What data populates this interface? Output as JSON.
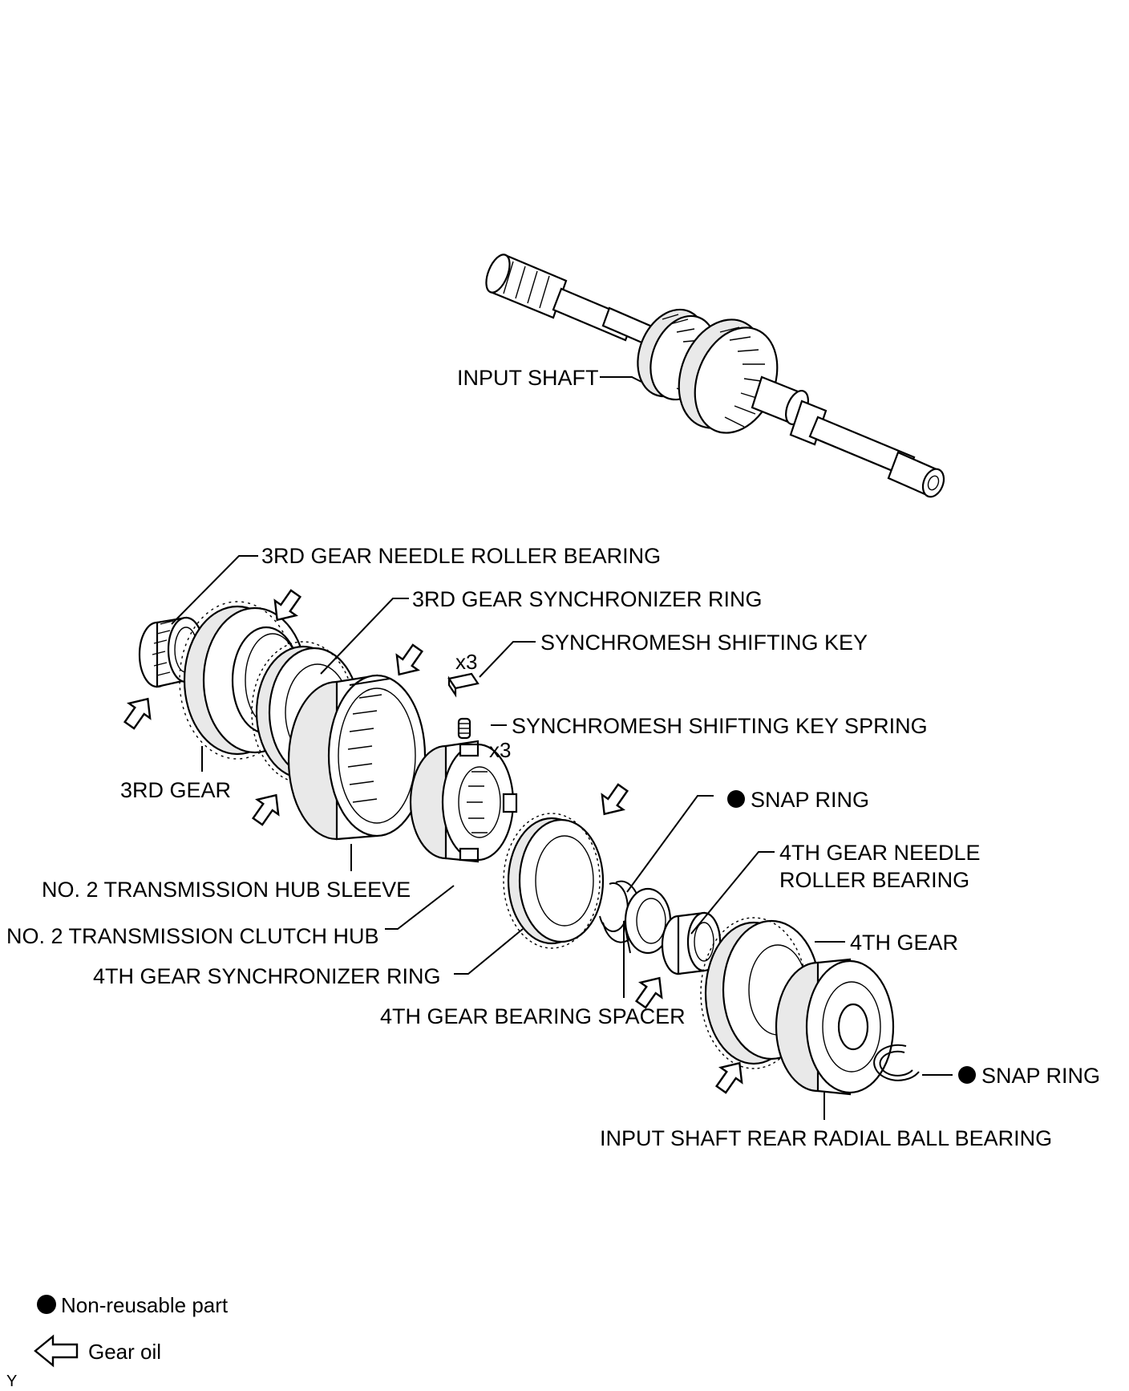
{
  "labels": {
    "input_shaft": "INPUT SHAFT",
    "needle_bearing_3rd": "3RD GEAR NEEDLE ROLLER BEARING",
    "sync_ring_3rd": "3RD GEAR SYNCHRONIZER RING",
    "shifting_key": "SYNCHROMESH SHIFTING KEY",
    "shifting_key_spring": "SYNCHROMESH SHIFTING KEY SPRING",
    "qty_key": "x3",
    "qty_spring": "x3",
    "gear_3rd": "3RD GEAR",
    "snap_ring_1": "SNAP RING",
    "needle_bearing_4th_line1": "4TH GEAR NEEDLE",
    "needle_bearing_4th_line2": "ROLLER BEARING",
    "hub_sleeve": "NO. 2 TRANSMISSION HUB SLEEVE",
    "clutch_hub": "NO. 2 TRANSMISSION CLUTCH HUB",
    "gear_4th": "4TH GEAR",
    "sync_ring_4th": "4TH GEAR SYNCHRONIZER RING",
    "bearing_spacer_4th": "4TH GEAR BEARING SPACER",
    "snap_ring_2": "SNAP RING",
    "rear_ball_bearing": "INPUT SHAFT REAR RADIAL BALL BEARING"
  },
  "legend": {
    "non_reusable": "Non-reusable part",
    "gear_oil": "Gear oil"
  },
  "corner_mark": "Y",
  "icons": {
    "non_reusable_symbol": "filled-circle-icon",
    "gear_oil_symbol": "hollow-arrow-icon"
  }
}
